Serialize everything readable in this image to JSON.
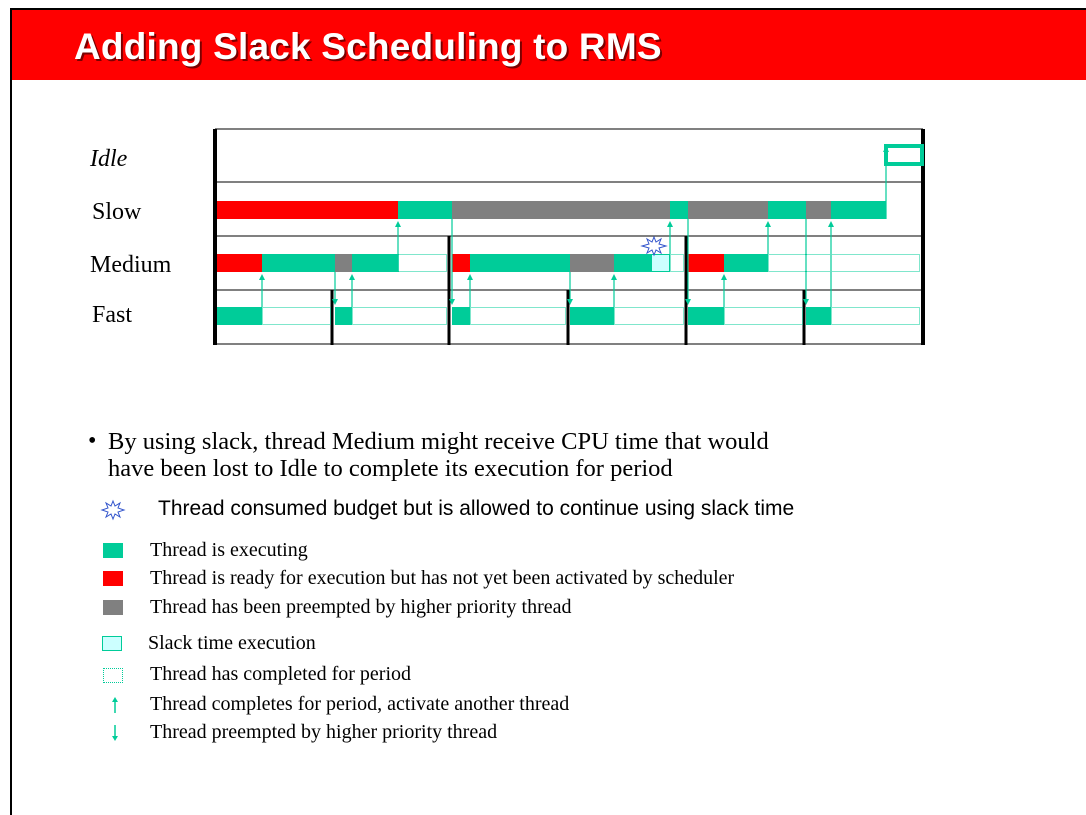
{
  "title": "Adding Slack Scheduling to RMS",
  "rows": [
    {
      "key": "idle",
      "label": "Idle",
      "italic": true
    },
    {
      "key": "slow",
      "label": "Slow",
      "italic": false
    },
    {
      "key": "medium",
      "label": "Medium",
      "italic": false
    },
    {
      "key": "fast",
      "label": "Fast",
      "italic": false
    }
  ],
  "colors": {
    "executing": "#00cc99",
    "ready": "#ff0000",
    "preempted": "#808080",
    "slack": "#ccffff",
    "completed_border": "#00cc99",
    "arrow": "#00cc99",
    "title_bar": "#ff0000"
  },
  "bullet": {
    "line1": "By using slack, thread Medium might receive CPU time that would",
    "line2": "have been lost to Idle to complete its execution for period"
  },
  "legend": [
    {
      "symbol": "burst-icon",
      "text": "Thread consumed budget but is allowed to continue using slack time",
      "sans": true
    },
    {
      "symbol": "executing",
      "text": "Thread is executing",
      "sans": false
    },
    {
      "symbol": "ready",
      "text": "Thread is ready for execution but has not yet been activated by scheduler",
      "sans": false
    },
    {
      "symbol": "preempted",
      "text": "Thread has been preempted by higher priority thread",
      "sans": false
    },
    {
      "symbol": "slack",
      "text": "Slack time execution",
      "sans": false
    },
    {
      "symbol": "completed",
      "text": "Thread has completed for period",
      "sans": false
    },
    {
      "symbol": "up-arrow-icon",
      "text": "Thread completes for period, activate another thread",
      "sans": false
    },
    {
      "symbol": "down-arrow-icon",
      "text": "Thread preempted by higher priority thread",
      "sans": false
    }
  ]
}
